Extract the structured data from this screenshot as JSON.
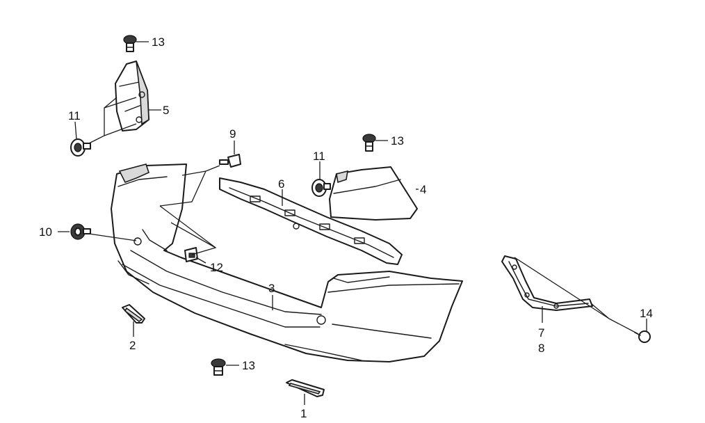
{
  "callouts": {
    "c1": "1",
    "c2": "2",
    "c3": "3",
    "c4": "4",
    "c5": "5",
    "c6": "6",
    "c7": "7",
    "c8": "8",
    "c9": "9",
    "c10": "10",
    "c11a": "11",
    "c11b": "11",
    "c12": "12",
    "c13a": "13",
    "c13b": "13",
    "c13c": "13",
    "c14": "14"
  },
  "colors": {
    "line": "#1a1a1a",
    "shade": "#d9d9d9",
    "background": "#ffffff"
  }
}
